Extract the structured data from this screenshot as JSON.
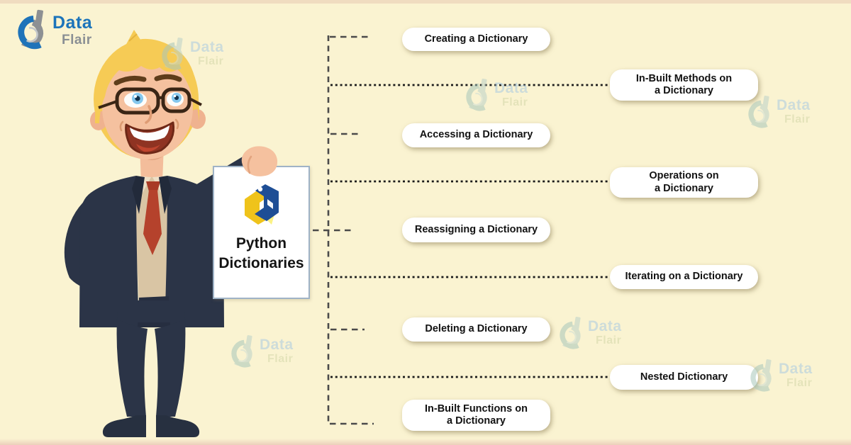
{
  "colors": {
    "background": "#FAF3D1",
    "brand_blue": "#1C74BA",
    "brand_gray": "#8A8F94",
    "box_white": "#FFFFFF",
    "line_dark": "#1B1B1B",
    "dash_gray": "#4A4A4A",
    "suit_navy": "#2B3447",
    "tie_red": "#B5422C",
    "python_logo_blue": "#1E4E95",
    "python_logo_yellow": "#EFC31B"
  },
  "brand": {
    "data": "Data",
    "flair": "Flair"
  },
  "watermark": {
    "data": "Data",
    "flair": "Flair"
  },
  "sign": {
    "line1": "Python",
    "line2": "Dictionaries"
  },
  "topics": {
    "creating": "Creating a Dictionary",
    "inbuilt_methods": "In-Built Methods on\na Dictionary",
    "accessing": "Accessing a Dictionary",
    "operations": "Operations on\na Dictionary",
    "reassigning": "Reassigning a Dictionary",
    "iterating": "Iterating on a Dictionary",
    "deleting": "Deleting a Dictionary",
    "nested": "Nested Dictionary",
    "inbuilt_functions": "In-Built Functions on\na Dictionary"
  }
}
